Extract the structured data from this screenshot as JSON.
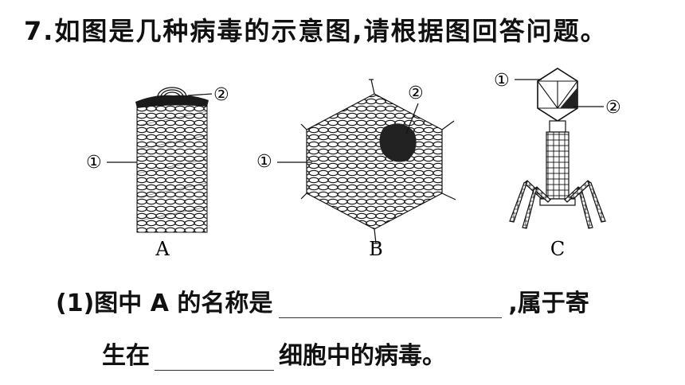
{
  "question": {
    "title": "7.如图是几种病毒的示意图,请根据图回答问题。",
    "part1_prefix": "(1)图中 A 的名称是",
    "part1_suffix": ",属于寄",
    "part2_prefix": "生在",
    "part2_suffix": "细胞中的病毒。"
  },
  "figure": {
    "virus_a": {
      "caption": "A",
      "label_1": "①",
      "label_2": "②"
    },
    "virus_b": {
      "caption": "B",
      "label_1": "①",
      "label_2": "②"
    },
    "virus_c": {
      "caption": "C",
      "label_1": "①",
      "label_2": "②"
    }
  }
}
